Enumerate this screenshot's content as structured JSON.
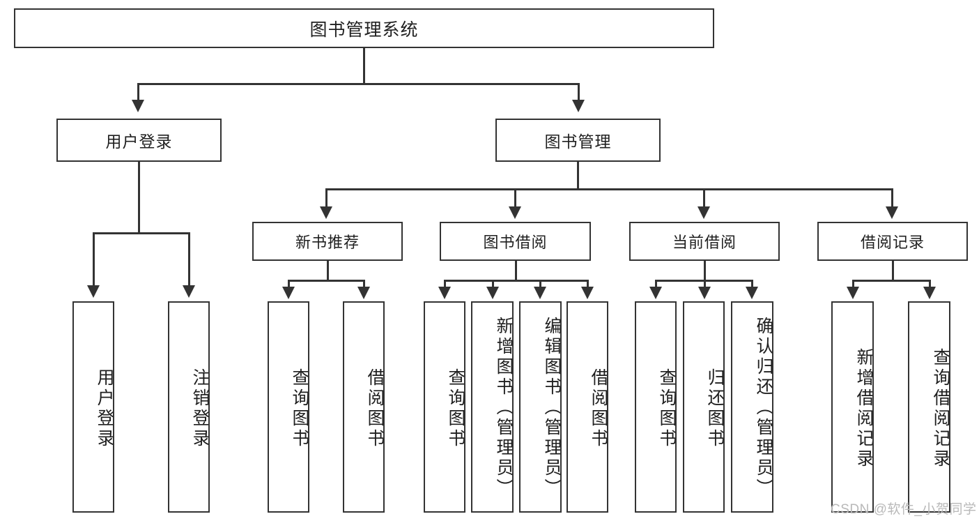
{
  "diagram": {
    "type": "tree-hierarchy",
    "title": "图书管理系统",
    "root": {
      "label": "图书管理系统"
    },
    "level2": [
      {
        "label": "用户登录"
      },
      {
        "label": "图书管理"
      }
    ],
    "level3": [
      {
        "label": "新书推荐"
      },
      {
        "label": "图书借阅"
      },
      {
        "label": "当前借阅"
      },
      {
        "label": "借阅记录"
      }
    ],
    "leaves": {
      "user_login": [
        {
          "label": "用户登录"
        },
        {
          "label": "注销登录"
        }
      ],
      "new_book_recommend": [
        {
          "label": "查询图书"
        },
        {
          "label": "借阅图书"
        }
      ],
      "book_borrow": [
        {
          "label": "查询图书"
        },
        {
          "label": "新增图书（管理员）"
        },
        {
          "label": "编辑图书（管理员）"
        },
        {
          "label": "借阅图书"
        }
      ],
      "current_borrow": [
        {
          "label": "查询图书"
        },
        {
          "label": "归还图书"
        },
        {
          "label": "确认归还（管理员）"
        }
      ],
      "borrow_record": [
        {
          "label": "新增借阅记录"
        },
        {
          "label": "查询借阅记录"
        }
      ]
    }
  },
  "watermark": {
    "text": "CSDN @软件_小贺同学"
  },
  "colors": {
    "stroke": "#333333",
    "fill": "#ffffff",
    "text": "#1f1f1f",
    "watermark": "#b9b9b9"
  }
}
